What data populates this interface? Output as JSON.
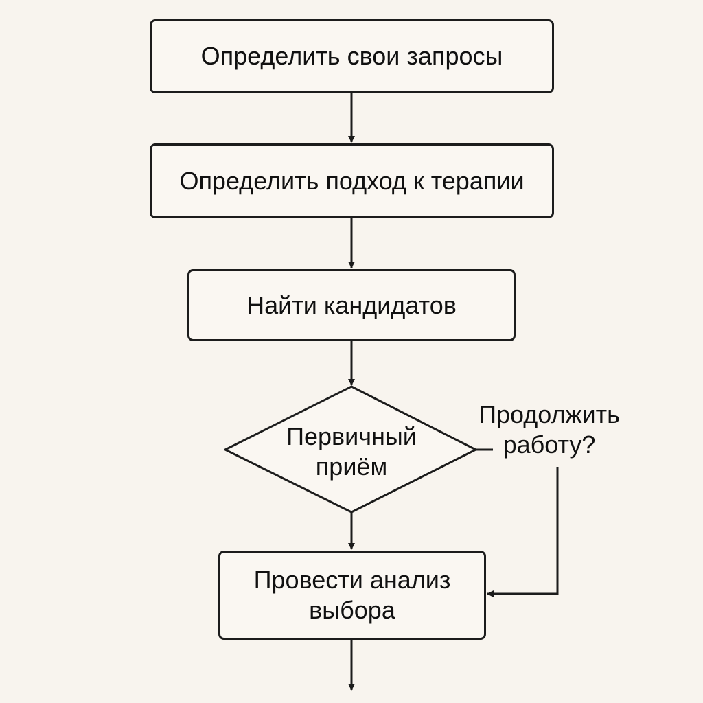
{
  "flowchart": {
    "steps": [
      {
        "id": "define-requests",
        "label": "Определить свои запросы"
      },
      {
        "id": "define-approach",
        "label": "Определить подход к терапии"
      },
      {
        "id": "find-candidates",
        "label": "Найти кандидатов"
      },
      {
        "id": "initial-session",
        "label": "Первичный приём",
        "shape": "decision"
      },
      {
        "id": "analyze-choice",
        "label": "Провести анализ выбора"
      }
    ],
    "decision_question": "Продолжить работу?",
    "colors": {
      "background": "#f8f4ee",
      "stroke": "#1c1c1c",
      "text": "#111111"
    }
  }
}
